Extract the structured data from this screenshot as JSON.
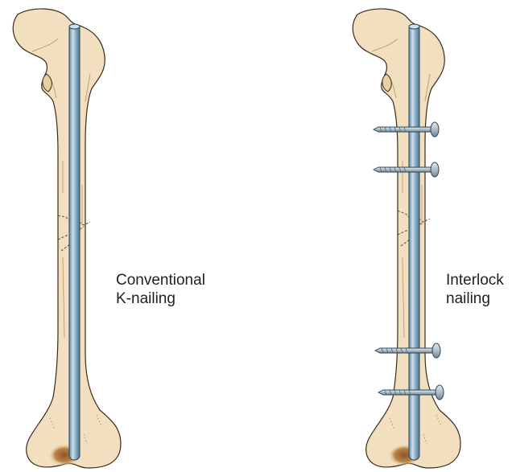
{
  "labels": {
    "conventional": {
      "line1": "Conventional",
      "line2": "K-nailing"
    },
    "interlock": {
      "line1": "Interlock",
      "line2": "nailing"
    }
  },
  "figures": [
    {
      "name": "Conventional K-nailing",
      "screws": 0
    },
    {
      "name": "Interlock nailing",
      "screws": 4
    }
  ],
  "colors": {
    "bone_fill": "#f2dfc0",
    "bone_outline": "#3a2a1a",
    "bone_shadow": "#c9a879",
    "condyle_shadow": "#9c6a3a",
    "nail_fill": "#8fb3c9",
    "nail_highlight": "#cfe2ee",
    "nail_outline": "#2f4452",
    "screw_fill": "#b9c7d2",
    "fracture_line": "#6b4a2a"
  }
}
